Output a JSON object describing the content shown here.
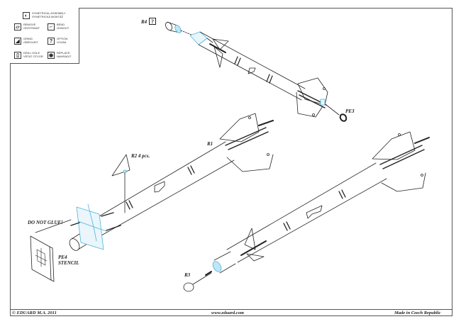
{
  "legend": {
    "items": [
      {
        "icon": "symmetrical-assembly-icon",
        "glyph": "◐",
        "text": "SYMETRICAL ASSEMBLY\nSYMETRICKÁ MONTÁŽ"
      },
      {
        "icon": "remove-icon",
        "glyph": "▱",
        "text": "REMOVE\nODSTRANIT"
      },
      {
        "icon": "bend-icon",
        "glyph": "⌐",
        "text": "BEND\nOHNOUT"
      },
      {
        "icon": "grind-icon",
        "glyph": "◢",
        "text": "GRIND\nOBROUSIT"
      },
      {
        "icon": "option-icon",
        "glyph": "?",
        "text": "OPTION\nVOLBA"
      },
      {
        "icon": "drill-hole-icon",
        "glyph": "▯",
        "text": "DRILL HOLE\nVRTAT OTVOR"
      },
      {
        "icon": "replace-icon",
        "glyph": "◉",
        "text": "REPLACE\nNAHRADIT"
      }
    ]
  },
  "labels": {
    "r4": "R4",
    "r4_option": "?",
    "pe3": "PE3",
    "r1": "R1",
    "r2": "R2  4 pcs.",
    "do_not_glue": "DO NOT GLUE!",
    "pe4": "PE4",
    "stencil": "STENCIL",
    "r3": "R3"
  },
  "footer": {
    "copyright": "© EDUARD  M.A. 2011",
    "website": "www.eduard.com",
    "origin": "Made in Czech Republic"
  },
  "colors": {
    "line": "#222222",
    "highlight": "#4fb3d9",
    "highlight_fill": "#bfe6f5"
  }
}
